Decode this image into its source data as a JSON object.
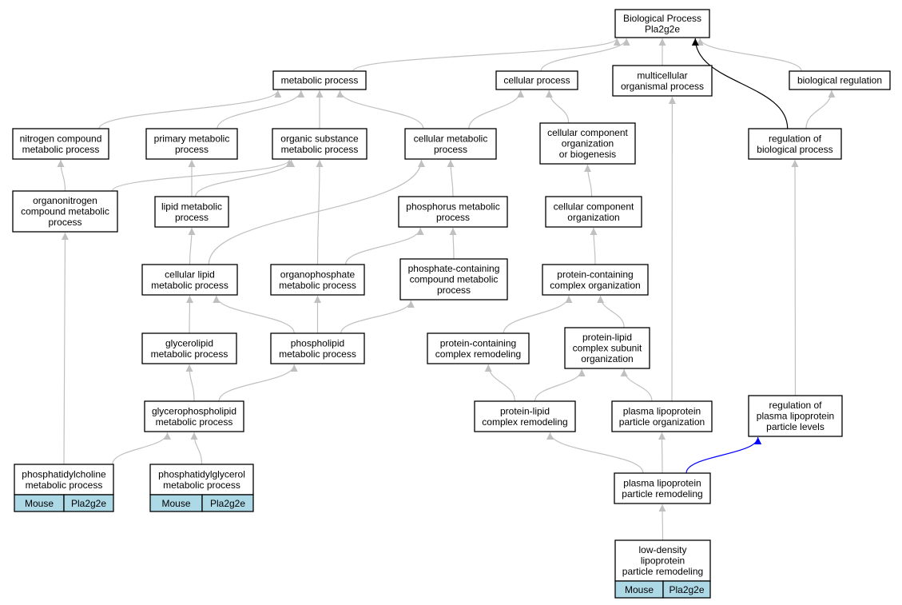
{
  "colors": {
    "edge_default": "#c0c0c0",
    "edge_black": "#000000",
    "edge_blue": "#0000ff",
    "leaf_fill": "#add8e6"
  },
  "nodes": {
    "root": {
      "lines": [
        "Biological Process",
        "Pla2g2e"
      ]
    },
    "metabolic": {
      "lines": [
        "metabolic process"
      ]
    },
    "cellular": {
      "lines": [
        "cellular process"
      ]
    },
    "multicellular": {
      "lines": [
        "multicellular",
        "organismal process"
      ]
    },
    "bioreg": {
      "lines": [
        "biological regulation"
      ]
    },
    "nitrogen": {
      "lines": [
        "nitrogen compound",
        "metabolic process"
      ]
    },
    "primary": {
      "lines": [
        "primary metabolic",
        "process"
      ]
    },
    "organic": {
      "lines": [
        "organic substance",
        "metabolic process"
      ]
    },
    "cellmet": {
      "lines": [
        "cellular metabolic",
        "process"
      ]
    },
    "ccob": {
      "lines": [
        "cellular component",
        "organization",
        "or biogenesis"
      ]
    },
    "regbio": {
      "lines": [
        "regulation of",
        "biological process"
      ]
    },
    "organonitrogen": {
      "lines": [
        "organonitrogen",
        "compound metabolic",
        "process"
      ]
    },
    "lipid": {
      "lines": [
        "lipid metabolic",
        "process"
      ]
    },
    "phosphorus": {
      "lines": [
        "phosphorus metabolic",
        "process"
      ]
    },
    "cco": {
      "lines": [
        "cellular component",
        "organization"
      ]
    },
    "celllipid": {
      "lines": [
        "cellular lipid",
        "metabolic process"
      ]
    },
    "organophosphate": {
      "lines": [
        "organophosphate",
        "metabolic process"
      ]
    },
    "phosphatecont": {
      "lines": [
        "phosphate-containing",
        "compound metabolic",
        "process"
      ]
    },
    "pcco": {
      "lines": [
        "protein-containing",
        "complex organization"
      ]
    },
    "glycerolipid": {
      "lines": [
        "glycerolipid",
        "metabolic process"
      ]
    },
    "phospholipid": {
      "lines": [
        "phospholipid",
        "metabolic process"
      ]
    },
    "pccr": {
      "lines": [
        "protein-containing",
        "complex remodeling"
      ]
    },
    "plcso": {
      "lines": [
        "protein-lipid",
        "complex subunit",
        "organization"
      ]
    },
    "glycerophospholipid": {
      "lines": [
        "glycerophospholipid",
        "metabolic process"
      ]
    },
    "plcr": {
      "lines": [
        "protein-lipid",
        "complex remodeling"
      ]
    },
    "plpo": {
      "lines": [
        "plasma lipoprotein",
        "particle organization"
      ]
    },
    "regplpl": {
      "lines": [
        "regulation of",
        "plasma lipoprotein",
        "particle levels"
      ]
    },
    "pcholine": {
      "lines": [
        "phosphatidylcholine",
        "metabolic process"
      ],
      "organism": "Mouse",
      "gene": "Pla2g2e"
    },
    "pglycerol": {
      "lines": [
        "phosphatidylglycerol",
        "metabolic process"
      ],
      "organism": "Mouse",
      "gene": "Pla2g2e"
    },
    "plpr": {
      "lines": [
        "plasma lipoprotein",
        "particle remodeling"
      ]
    },
    "ldlpr": {
      "lines": [
        "low-density",
        "lipoprotein",
        "particle remodeling"
      ],
      "organism": "Mouse",
      "gene": "Pla2g2e"
    }
  }
}
